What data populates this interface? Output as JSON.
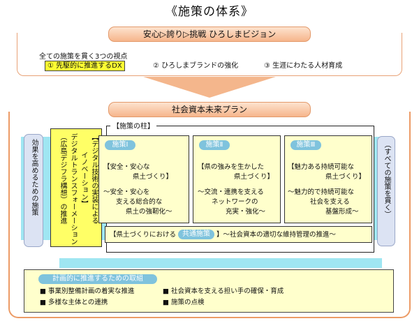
{
  "title": "《施策の体系》",
  "vision": {
    "band": "安心▷誇り▷挑戦 ひろしまビジョン",
    "three_views_label": "全ての施策を貫く3つの視点",
    "views": [
      "① 先駆的に推進するDX",
      "② ひろしまブランドの強化",
      "③ 生涯にわたる人材育成"
    ]
  },
  "plan": {
    "band": "社会資本未来プラン",
    "left_side": "効果を高めるための施策",
    "right_side": "（すべての施策を貫く）",
    "digital": {
      "line1": "【デジタル技術の実装による",
      "line2": "イノベーション】",
      "line3": "デジタルトランスフォーメーション",
      "line4": "（広島デジフラ構想）の推進"
    },
    "pillars_label": "【施策の柱】",
    "pillars": [
      {
        "tag": "施策Ⅰ",
        "l1": "【安全・安心な",
        "l2": "県土づくり】",
        "l3": "～安全・安心を",
        "l4": "支える総合的な",
        "l5": "県土の強靭化～"
      },
      {
        "tag": "施策Ⅱ",
        "l1": "【県の強みを生かした",
        "l2": "県土づくり】",
        "l3": "～交流・連携を支える",
        "l4": "ネットワークの",
        "l5": "充実・強化～"
      },
      {
        "tag": "施策Ⅲ",
        "l1": "【魅力ある持続可能な",
        "l2": "県土づくり】",
        "l3": "～魅力的で持続可能な",
        "l4": "社会を支える",
        "l5": "基盤形成～"
      }
    ],
    "common": {
      "prefix": "【県土づくりにおける",
      "tag": "共通施策",
      "suffix": "】～社会資本の適切な維持管理の推進～"
    },
    "bottom": {
      "tag": "計画的に推進するための取組",
      "items": [
        "■ 事業別整備計画の着実な推進",
        "■ 社会資本を支える担い手の確保・育成",
        "■ 多様な主体との連携",
        "■ 施策の点検"
      ]
    }
  },
  "colors": {
    "orange_band": "#f6b58b",
    "orange_border": "#ec9b66",
    "teal": "#9fe6f2",
    "dx_yellow": "#ffff33",
    "pillar_fill": "#ffffcc",
    "pill_blue": "#7fc3dd"
  }
}
